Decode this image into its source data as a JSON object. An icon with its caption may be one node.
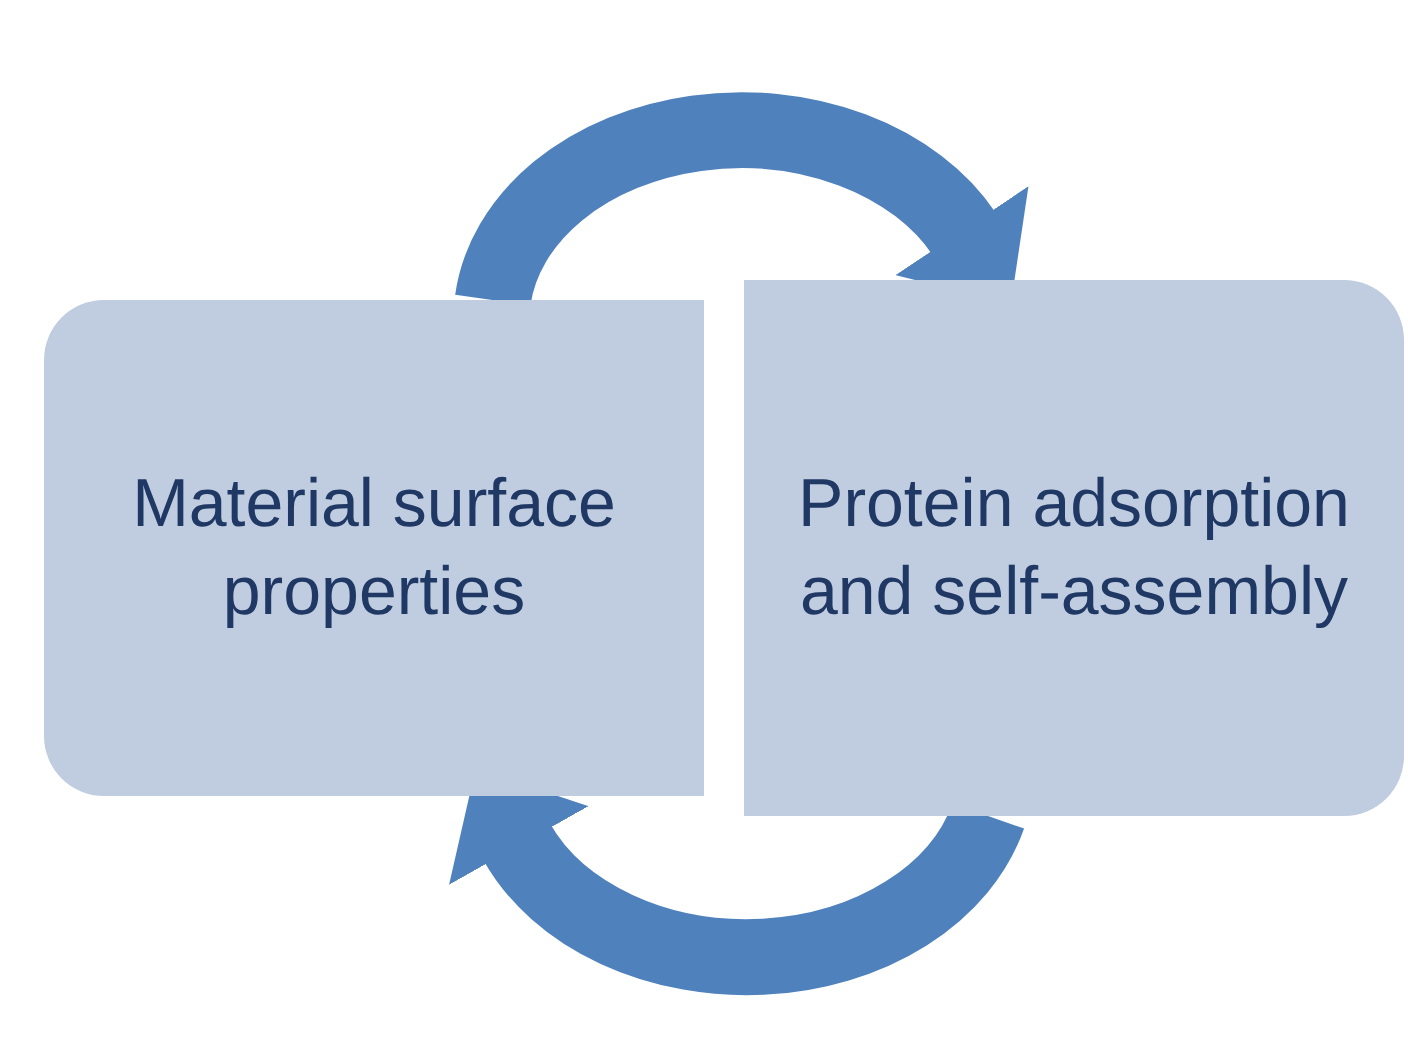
{
  "diagram": {
    "nodes": [
      {
        "text": [
          "Material surface properties"
        ]
      },
      {
        "text": [
          "Protein adsorption and self-assembly"
        ]
      }
    ],
    "edges": [
      {
        "from": 0,
        "to": 1,
        "arrow": "to"
      },
      {
        "from": 1,
        "to": 0,
        "arrow": "to"
      }
    ]
  }
}
